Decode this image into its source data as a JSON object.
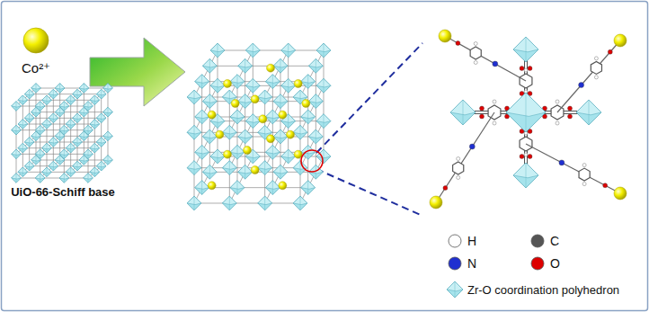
{
  "diagram": {
    "labels": [
      "Co²⁺",
      "UiO-66-Schiff base"
    ],
    "legend": [
      {
        "text": "H",
        "color": "#ffffff"
      },
      {
        "text": "C",
        "color": "#555555"
      },
      {
        "text": "N",
        "color": "#1f2fd0"
      },
      {
        "text": "O",
        "color": "#dd0000"
      },
      {
        "text": "Zr-O coordination polyhedron"
      }
    ]
  }
}
